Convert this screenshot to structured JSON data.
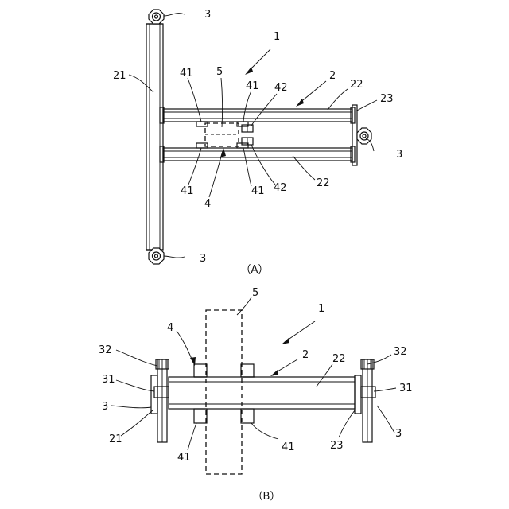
{
  "captions": {
    "a": "（A）",
    "b": "（B）"
  },
  "a": {
    "l3_top": "3",
    "l21": "21",
    "l1": "1",
    "l2": "2",
    "l22_top": "22",
    "l23": "23",
    "l41_left_top": "41",
    "l5": "5",
    "l41_mid_top": "41",
    "l42_top": "42",
    "l3_right": "3",
    "l41_left_bot": "41",
    "l4": "4",
    "l41_mid_bot": "41",
    "l42_bot": "42",
    "l22_bot": "22",
    "l3_bot": "3"
  },
  "b": {
    "l5": "5",
    "l1": "1",
    "l4": "4",
    "l2": "2",
    "l22": "22",
    "l32_left": "32",
    "l32_right": "32",
    "l31_left": "31",
    "l31_right": "31",
    "l3_left": "3",
    "l3_right": "3",
    "l21": "21",
    "l23": "23",
    "l41_left": "41",
    "l41_right": "41"
  }
}
